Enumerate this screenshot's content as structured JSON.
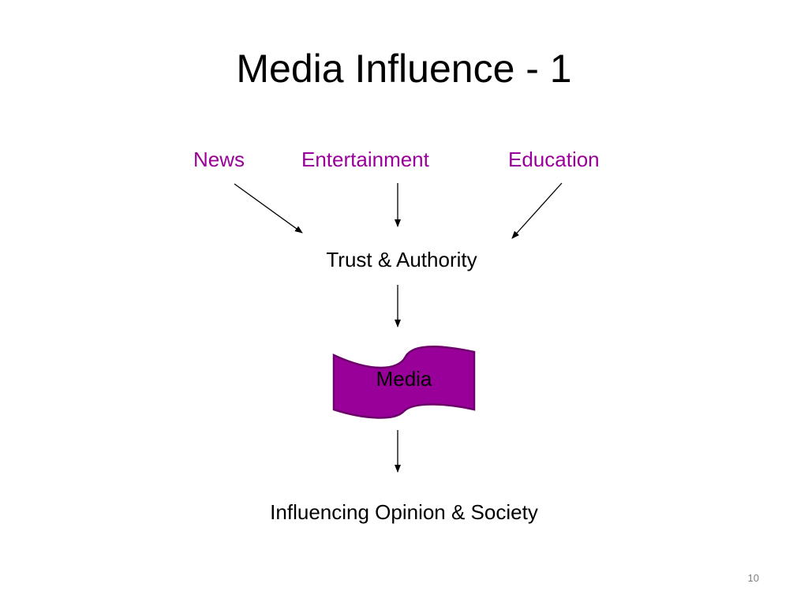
{
  "slide": {
    "title": "Media Influence - 1",
    "page_number": "10"
  },
  "colors": {
    "accent": "#990099",
    "text": "#000000",
    "page_number": "#7f7f7f",
    "shape_fill": "#990099",
    "shape_stroke": "#6b006b"
  },
  "diagram": {
    "sources": [
      {
        "label": "News"
      },
      {
        "label": "Entertainment"
      },
      {
        "label": "Education"
      }
    ],
    "trust_label": "Trust & Authority",
    "media_label": "Media",
    "outcome_label": "Influencing Opinion & Society"
  }
}
